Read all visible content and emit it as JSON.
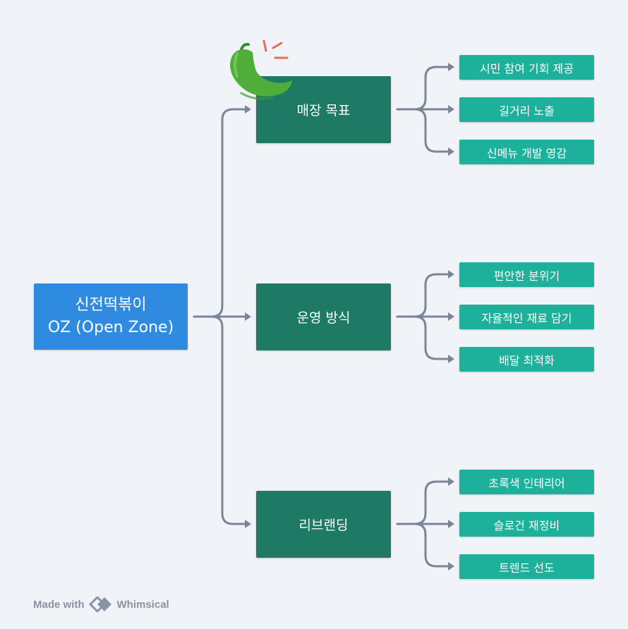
{
  "root": {
    "line1": "신전떡볶이",
    "line2": "OZ (Open Zone)"
  },
  "branches": [
    {
      "label": "매장 목표",
      "children": [
        "시민 참여 기회 제공",
        "길거리 노출",
        "신메뉴 개발 영감"
      ]
    },
    {
      "label": "운영 방식",
      "children": [
        "편안한 분위기",
        "자율적인 재료 담기",
        "배달 최적화"
      ]
    },
    {
      "label": "리브랜딩",
      "children": [
        "초록색 인테리어",
        "슬로건 재정비",
        "트렌드 선도"
      ]
    }
  ],
  "footer": {
    "made_with": "Made with",
    "brand": "Whimsical"
  },
  "decorations": {
    "pepper": "green-chili-pepper-icon"
  },
  "colors": {
    "background": "#f0f3f7",
    "root": "#2f8be0",
    "branch": "#1e7a65",
    "leaf": "#1db09b",
    "connector": "#7b8595"
  }
}
